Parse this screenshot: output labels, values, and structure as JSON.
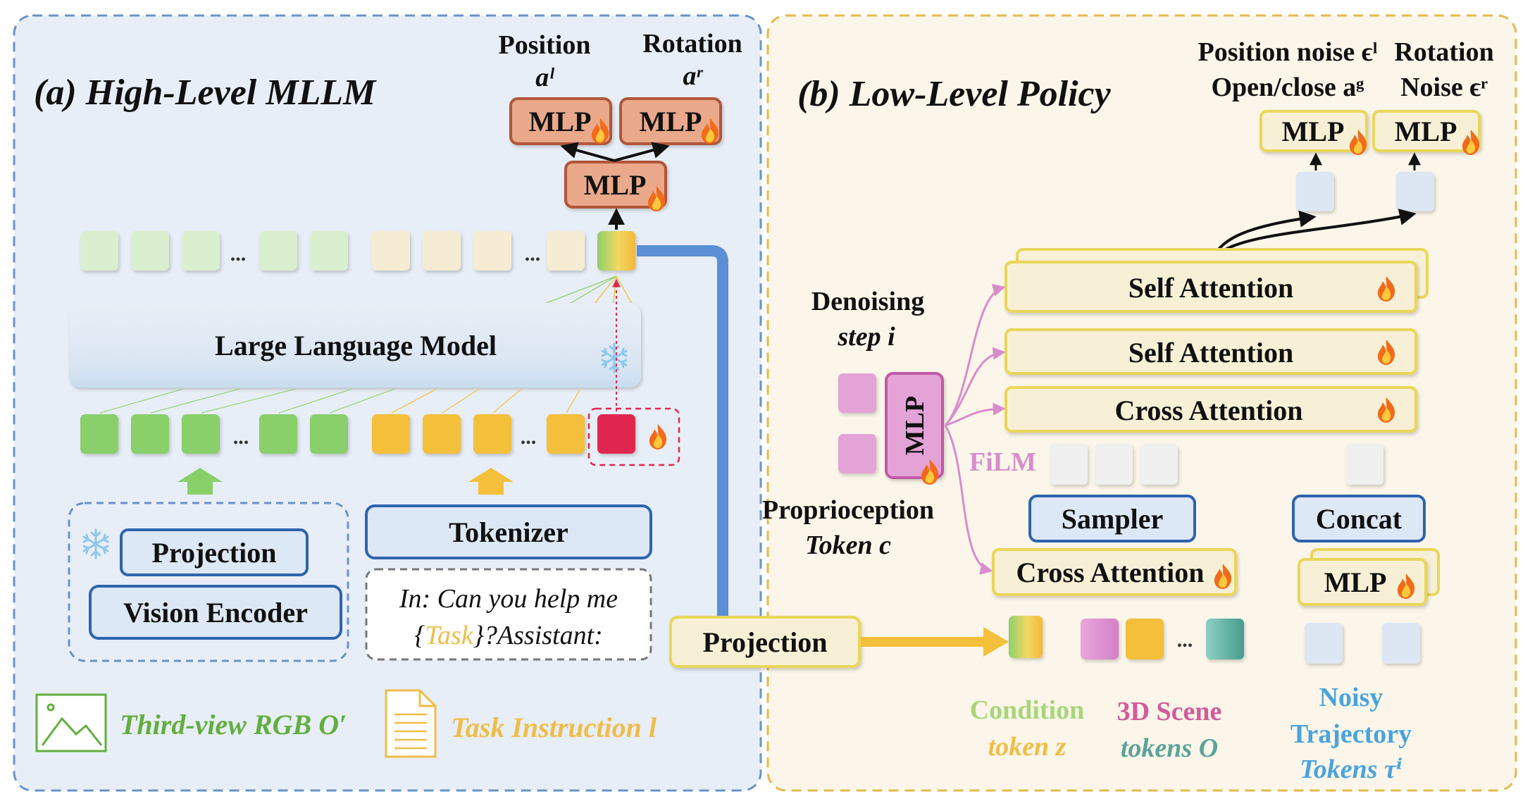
{
  "colors": {
    "left_panel_bg": "#e8eef7",
    "left_panel_border": "#6a93c9",
    "right_panel_bg": "#fbf6e9",
    "right_panel_border": "#e5b94e",
    "green_token": "#89cf6a",
    "light_green_token": "#d9efcf",
    "yellow_token": "#f4bf3a",
    "light_yellow_token": "#f5ecd3",
    "red_token": "#e0284f",
    "mlp_orange": "#e9a98a",
    "mlp_orange_border": "#b1573a",
    "blue_box_border": "#2f64ad",
    "blue_box_fill": "#dde8f6",
    "yellow_box_border": "#ead65a",
    "yellow_box_fill": "#f7f0d6",
    "pink": "#d98ccc",
    "pink_dark": "#c05aa6",
    "light_blue_token": "#dde6f3",
    "gray_token": "#f0f0f0",
    "condition_text": "#a7d67a",
    "scene_text": "#d35a9b",
    "teal_text": "#5aa39a",
    "noisy_text": "#4aa3de",
    "rgb_text": "#62ae3f",
    "task_text": "#efbd48"
  },
  "left": {
    "title": "(a) High-Level MLLM",
    "position_label": "Position",
    "position_symbol": "aˡ",
    "rotation_label": "Rotation",
    "rotation_symbol": "aʳ",
    "mlp": "MLP",
    "fire_icon": "fire-icon",
    "snowflake_icon": "snowflake-icon",
    "dots": "...",
    "llm": "Large Language Model",
    "projection": "Projection",
    "vision_encoder": "Vision Encoder",
    "tokenizer": "Tokenizer",
    "prompt_line1": "In: Can you help me",
    "prompt_open": "{",
    "prompt_task": "Task",
    "prompt_close": "}?Assistant:",
    "rgb_label": "Third-view RGB O′",
    "task_label": "Task Instruction l",
    "image_icon": "image-icon",
    "document_icon": "document-icon"
  },
  "right": {
    "title": "(b) Low-Level Policy",
    "position_noise": "Position noise ϵˡ",
    "open_close": "Open/close aᵍ",
    "rotation": "Rotation",
    "rotation_noise": "Noise ϵʳ",
    "mlp": "MLP",
    "self_attention": "Self Attention",
    "cross_attention": "Cross Attention",
    "denoising_1": "Denoising",
    "denoising_2": "step i",
    "film": "FiLM",
    "proprio_1": "Proprioception",
    "proprio_2": "Token c",
    "sampler": "Sampler",
    "concat": "Concat",
    "projection": "Projection",
    "dots": "...",
    "condition_1": "Condition",
    "condition_2": "token z",
    "scene_1": "3D Scene",
    "scene_2": "tokens O",
    "noisy_1": "Noisy",
    "noisy_2": "Trajectory",
    "noisy_3": "Tokens τⁱ"
  }
}
